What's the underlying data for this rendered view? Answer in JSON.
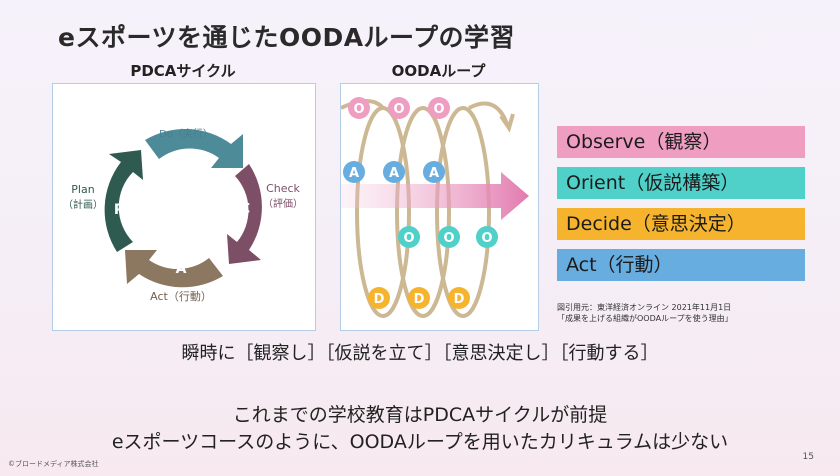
{
  "slide": {
    "title": "eスポーツを通じたOODAループの学習",
    "pdca": {
      "label": "PDCAサイクル",
      "do_label": "Do（実行）",
      "check_label": "Check",
      "check_sub": "（評価）",
      "act_label": "Act（行動）",
      "plan_label": "Plan",
      "plan_sub": "（計画）",
      "letter_d": "D",
      "letter_c": "C",
      "letter_a": "A",
      "letter_p": "P"
    },
    "ooda": {
      "label": "OODAループ",
      "letter_o": "O",
      "letter_a": "A",
      "letter_d": "D"
    },
    "boxes": [
      {
        "label": "Observe（観察）",
        "color": "#ef9ec2"
      },
      {
        "label": "Orient（仮説構築）",
        "color": "#4fd0c8"
      },
      {
        "label": "Decide（意思決定）",
        "color": "#f6b32e"
      },
      {
        "label": "Act（行動）",
        "color": "#67ade0"
      }
    ],
    "source_line1": "図引用元：東洋経済オンライン 2021年11月1日",
    "source_line2": "「成果を上げる組織がOODAループを使う理由」",
    "instant_line": "瞬時に［観察し］［仮説を立て］［意思決定し］［行動する］",
    "bottom_line1": "これまでの学校教育はPDCAサイクルが前提",
    "bottom_line2": "eスポーツコースのように、OODAループを用いたカリキュラムは少ない",
    "copyright": "©ブロードメディア株式会社",
    "page_number": "15"
  }
}
